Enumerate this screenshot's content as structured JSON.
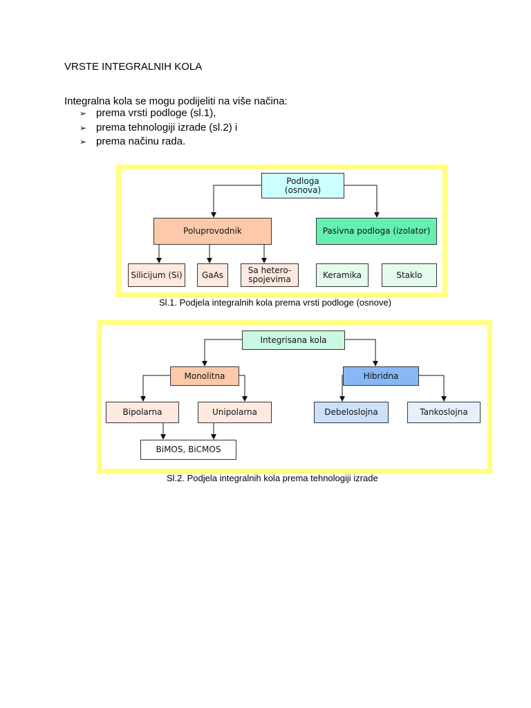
{
  "heading": "VRSTE INTEGRALNIH KOLA",
  "intro": "Integralna kola se mogu podijeliti na više načina:",
  "bullets": [
    "prema vrsti podloge (sl.1),",
    "prema tehnologiji izrade (sl.2) i",
    "prema načinu rada."
  ],
  "bullet_glyph": "➢",
  "fig1": {
    "root_line1": "Podloga",
    "root_line2": "(osnova)",
    "left": "Poluprovodnik",
    "right": "Pasivna podloga (izolator)",
    "left_children": [
      "Silicijum (Si)",
      "GaAs",
      "Sa hetero-",
      "spojevima"
    ],
    "right_children": [
      "Keramika",
      "Staklo"
    ],
    "caption": "Sl.1. Podjela integralnih kola prema vrsti podloge (osnove)"
  },
  "fig2": {
    "root": "Integrisana kola",
    "left": "Monolitna",
    "right": "Hibridna",
    "left_children": [
      "Bipolarna",
      "Unipolarna"
    ],
    "merge": "BiMOS, BiCMOS",
    "right_children": [
      "Debeloslojna",
      "Tankoslojna"
    ],
    "caption": "Sl.2. Podjela integralnih kola prema tehnologiji izrade"
  },
  "colors": {
    "frame": "#ffff80",
    "root1": "#ccffff",
    "semiconductor": "#fcc9aa",
    "passive": "#66f0b0",
    "child_light": "#fde9df",
    "child_green": "#e5fbee",
    "root2": "#c8f8e0",
    "hybrid": "#88b8f4",
    "thick": "#cce0f8",
    "thin": "#e5f0fc"
  }
}
